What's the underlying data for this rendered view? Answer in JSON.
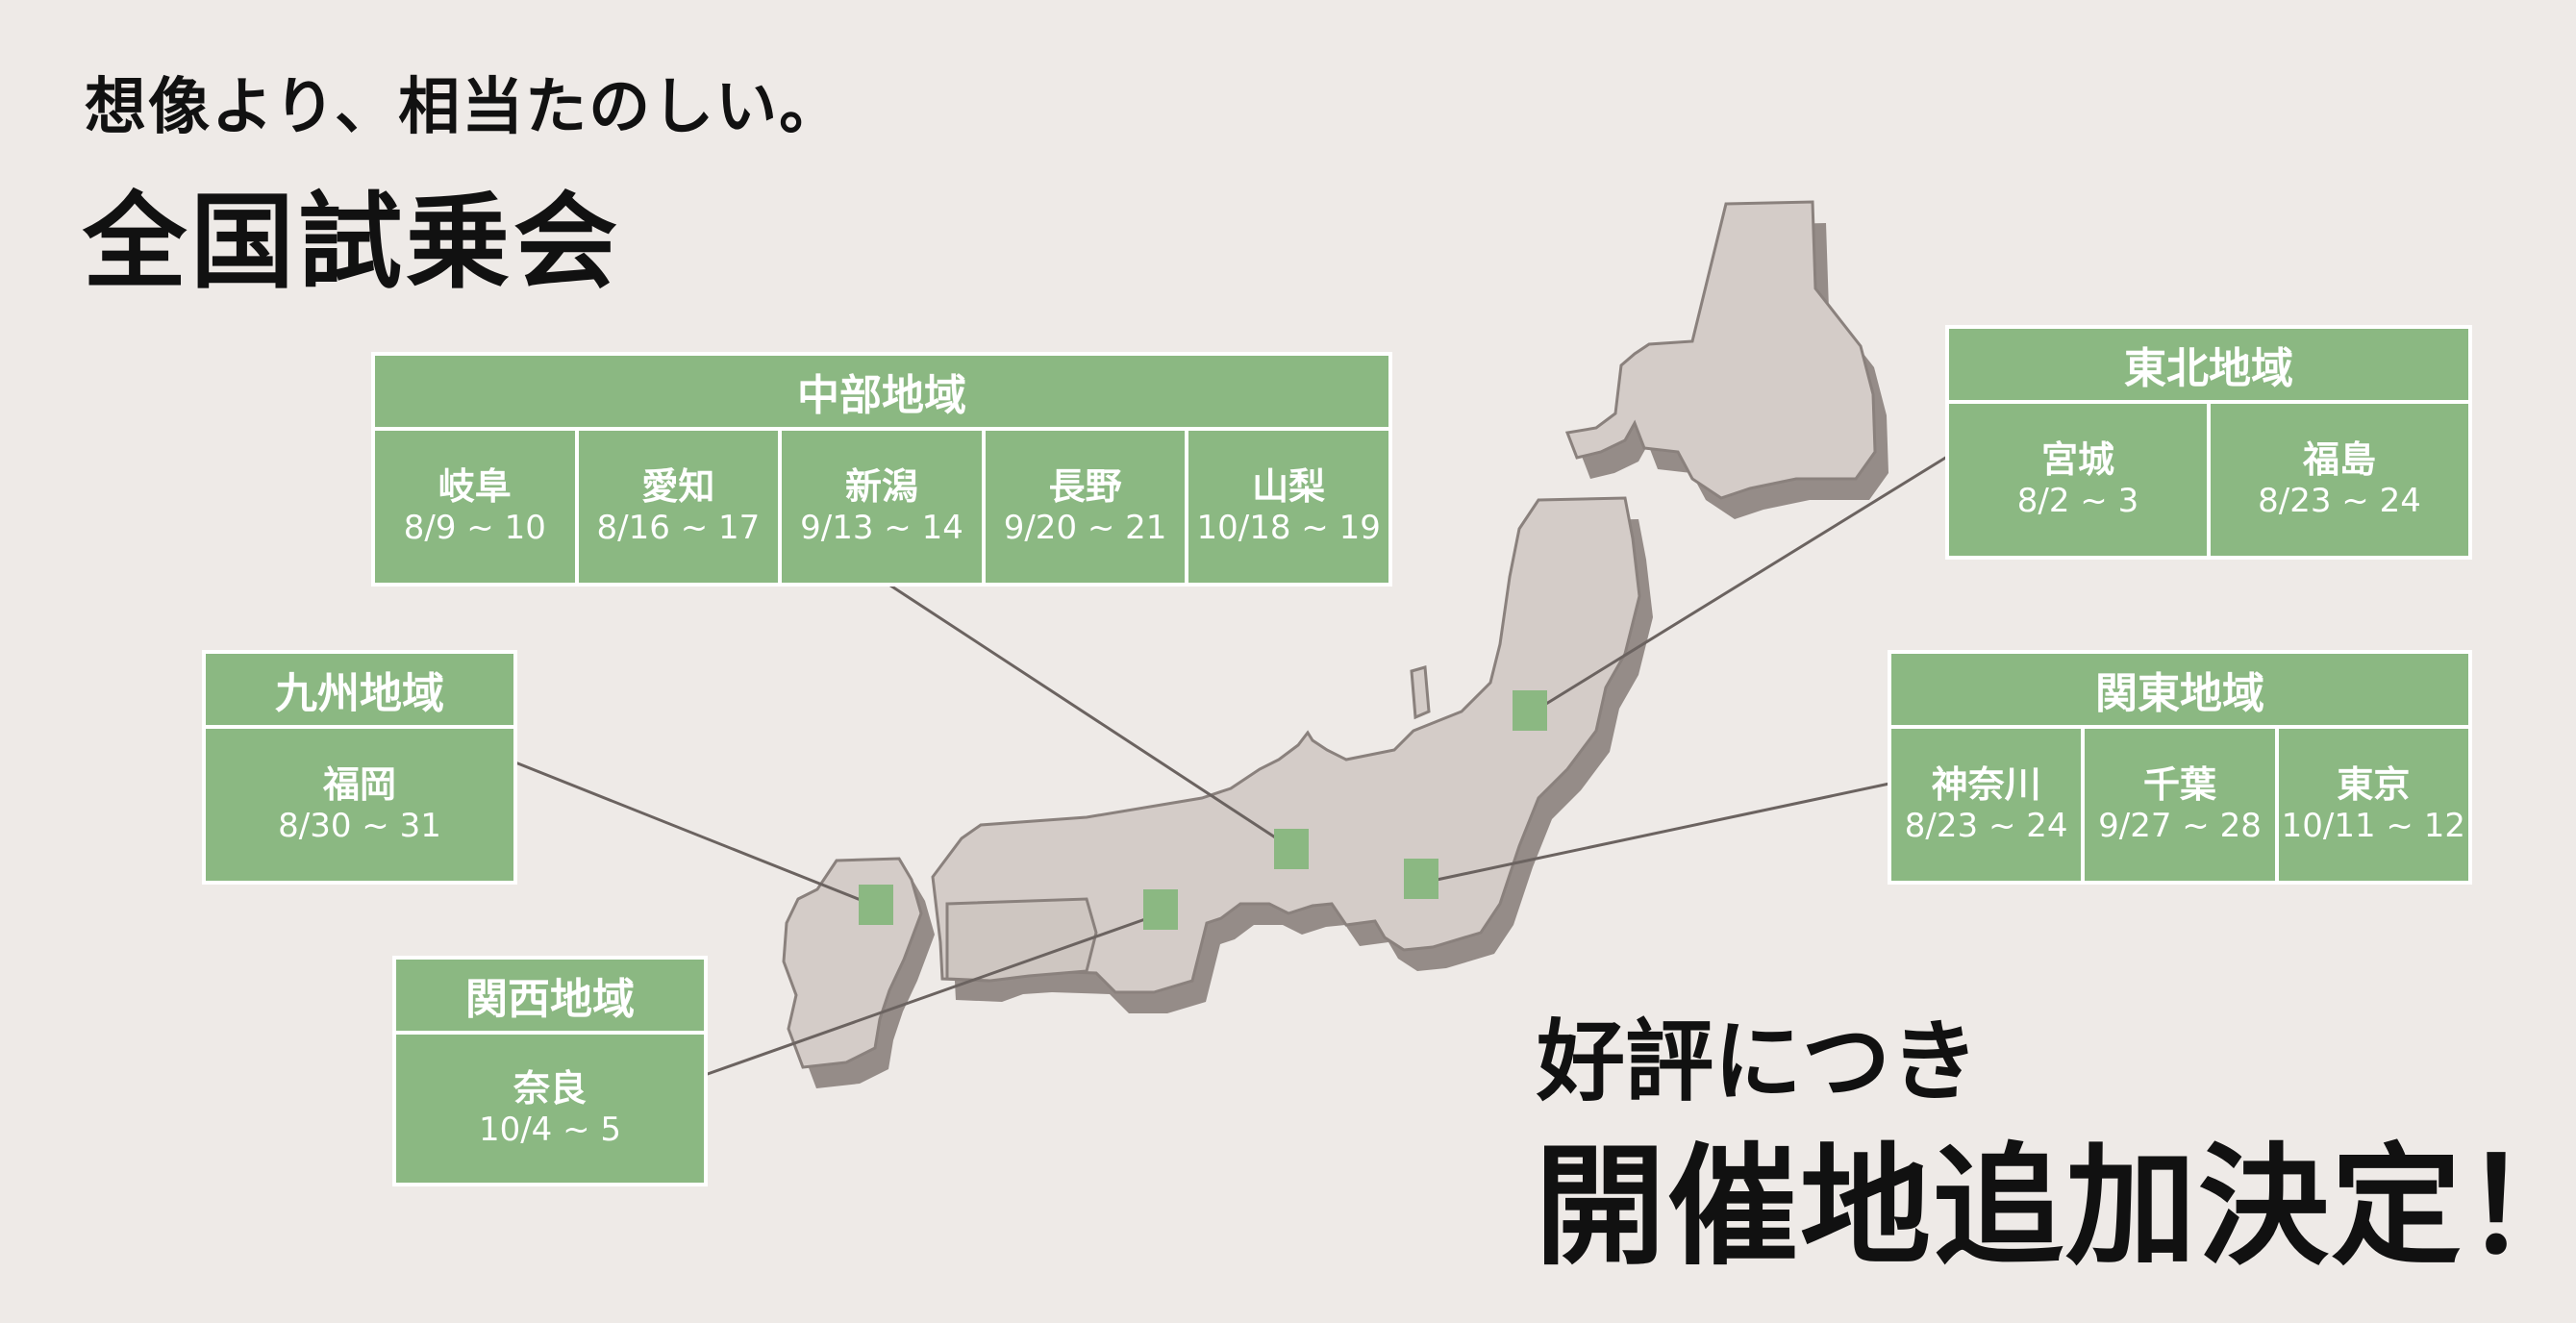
{
  "header": {
    "tagline": "想像より、相当たのしい。",
    "title": "全国試乗会"
  },
  "announcement": {
    "line1": "好評につき",
    "line2": "開催地追加決定！"
  },
  "colors": {
    "accent_green": "#8bb882",
    "background": "#eeeae7",
    "map_top": "#d4ccc8",
    "map_side": "#958c88"
  },
  "regions": {
    "chubu": {
      "title": "中部地域",
      "venues": [
        {
          "name": "岐阜",
          "date": "8/9 ~ 10"
        },
        {
          "name": "愛知",
          "date": "8/16 ~ 17"
        },
        {
          "name": "新潟",
          "date": "9/13 ~ 14"
        },
        {
          "name": "長野",
          "date": "9/20 ~ 21"
        },
        {
          "name": "山梨",
          "date": "10/18 ~ 19"
        }
      ]
    },
    "tohoku": {
      "title": "東北地域",
      "venues": [
        {
          "name": "宮城",
          "date": "8/2 ~ 3"
        },
        {
          "name": "福島",
          "date": "8/23 ~ 24"
        }
      ]
    },
    "kyushu": {
      "title": "九州地域",
      "venues": [
        {
          "name": "福岡",
          "date": "8/30 ~ 31"
        }
      ]
    },
    "kanto": {
      "title": "関東地域",
      "venues": [
        {
          "name": "神奈川",
          "date": "8/23 ~ 24"
        },
        {
          "name": "千葉",
          "date": "9/27 ~ 28"
        },
        {
          "name": "東京",
          "date": "10/11 ~ 12"
        }
      ]
    },
    "kansai": {
      "title": "関西地域",
      "venues": [
        {
          "name": "奈良",
          "date": "10/4 ~ 5"
        }
      ]
    }
  }
}
